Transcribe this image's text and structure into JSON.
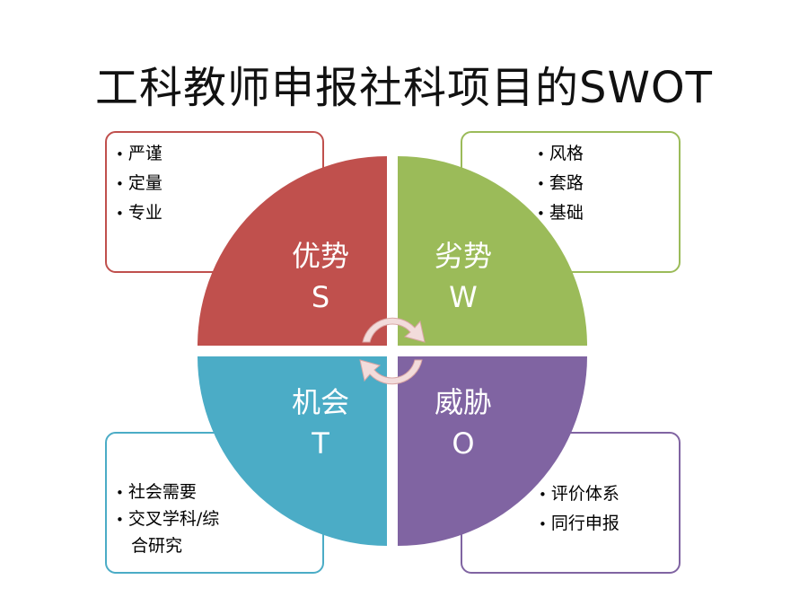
{
  "title": "工科教师申报社科项目的SWOT",
  "colors": {
    "strength": "#c0504d",
    "weakness": "#9bbb59",
    "threat": "#4bacc6",
    "opportunity": "#8064a2",
    "cycle_arrow": "#f2dcdb"
  },
  "quadrants": {
    "s": {
      "name": "优势",
      "letter": "S"
    },
    "w": {
      "name": "劣势",
      "letter": "W"
    },
    "t": {
      "name": "机会",
      "letter": "T"
    },
    "o": {
      "name": "威胁",
      "letter": "O"
    }
  },
  "boxes": {
    "s": [
      "严谨",
      "定量",
      "专业"
    ],
    "w": [
      "风格",
      "套路",
      "基础"
    ],
    "t": [
      "社会需要",
      "交叉学科/综",
      "合研究"
    ],
    "o": [
      "评价体系",
      "同行申报"
    ]
  }
}
